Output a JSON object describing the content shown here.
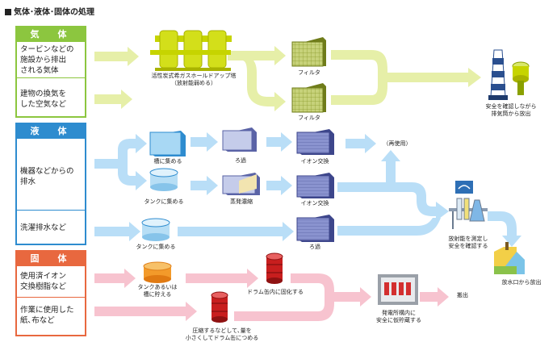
{
  "title": "気体･液体･固体の処理",
  "colors": {
    "gas": "#8cc63f",
    "gas_arrow": "#e6efa8",
    "liquid": "#2e8ccf",
    "liquid_arrow": "#b9def7",
    "solid": "#e8683f",
    "solid_arrow": "#f7c3cf"
  },
  "categories": {
    "gas": {
      "head": "気　体",
      "items": [
        "タービンなどの\n施設から排出\nされる気体",
        "建物の換気を\nした空気など"
      ]
    },
    "liquid": {
      "head": "液　体",
      "items": [
        "機器などからの\n排水",
        "洗濯排水など"
      ]
    },
    "solid": {
      "head": "固　体",
      "items": [
        "使用済イオン\n交換樹脂など",
        "作業に使用した\n紙､布など"
      ]
    }
  },
  "labels": {
    "charcoal": "活性炭式希ガスホールドアップ塔\n（放射能弱める）",
    "filter1": "フィルタ",
    "filter2": "フィルタ",
    "stack": "安全を確認しながら\n排気筒から放出",
    "tank_collect": "槽に集める",
    "filtration1": "ろ過",
    "ion1": "イオン交換",
    "reuse": "（再使用）",
    "tank2": "タンクに集める",
    "evap": "蒸発濃縮",
    "ion2": "イオン交換",
    "tank3": "タンクに集める",
    "filtration2": "ろ過",
    "measure": "放射能を測定し\n安全を確認する",
    "outlet": "放水口から放出",
    "tank_or": "タンクあるいは\n槽に貯える",
    "drum_solid": "ドラム缶内に固化する",
    "compress": "圧縮するなどして､量を\n小さくしてドラム缶につめる",
    "storage": "発電所構内に\n安全に仮貯蔵する",
    "carryout": "搬出"
  }
}
